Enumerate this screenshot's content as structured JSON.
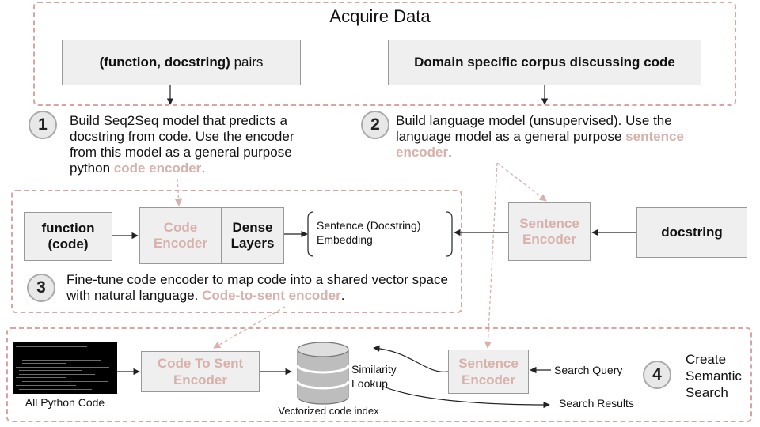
{
  "acquire": {
    "title": "Acquire Data",
    "box_pairs": {
      "bold": "(function, docstring)",
      "plain": " pairs"
    },
    "box_corpus": "Domain specific corpus discussing code"
  },
  "step1": {
    "number": "1",
    "text": "Build Seq2Seq model that predicts a docstring from code. Use the encoder from this model as a general purpose python ",
    "highlight": "code encoder",
    "tail": "."
  },
  "step2": {
    "number": "2",
    "text": "Build language model (unsupervised).  Use the language model as a general purpose ",
    "highlight": "sentence encoder",
    "tail": "."
  },
  "step3": {
    "number": "3",
    "text": "Fine-tune code encoder to map code into a shared vector space with natural language.  ",
    "highlight": "Code-to-sent encoder",
    "tail": ".",
    "function_box": "function\n(code)",
    "code_encoder": "Code\nEncoder",
    "dense_layers": "Dense\nLayers",
    "embedding": "Sentence (Docstring)\nEmbedding",
    "sentence_encoder": "Sentence\nEncoder",
    "docstring_box": "docstring"
  },
  "step4": {
    "number": "4",
    "title": "Create\nSemantic\nSearch",
    "all_python_code": "All Python Code",
    "code_to_sent": "Code To Sent\nEncoder",
    "vectorized_index": "Vectorized code index",
    "similarity": "Similarity\nLookup",
    "sentence_encoder": "Sentence\nEncoder",
    "search_query": "Search Query",
    "search_results": "Search Results"
  },
  "colors": {
    "accent": "#d7b1aa",
    "dashed_border": "#d9a5a0",
    "box_fill": "#efefef"
  }
}
